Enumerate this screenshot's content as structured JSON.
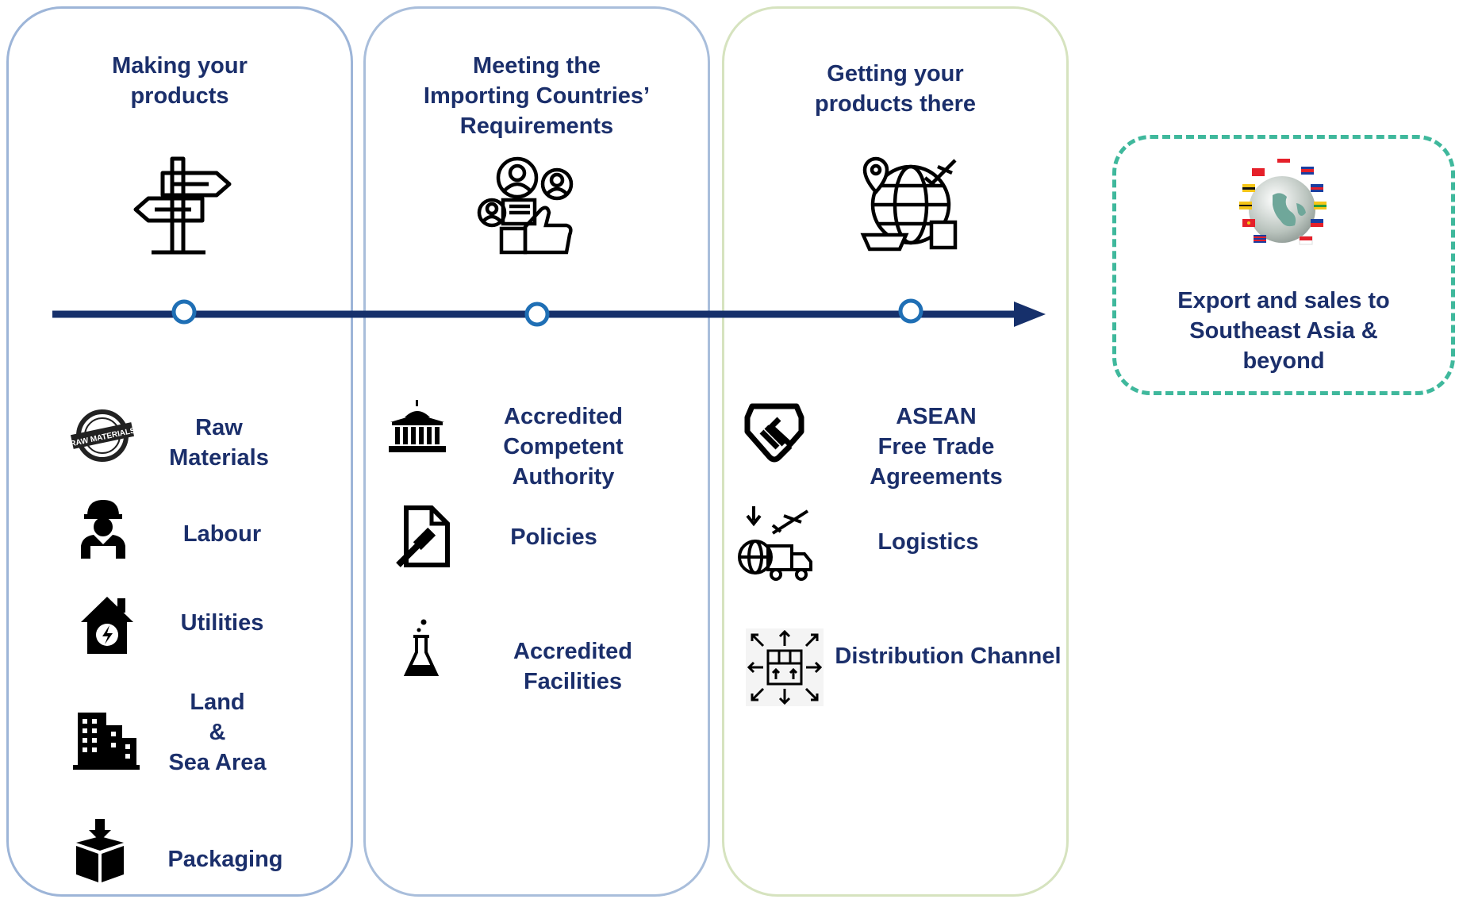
{
  "columns": [
    {
      "title": "Making your\nproducts",
      "items": [
        {
          "label": "Raw\nMaterials",
          "icon": "raw-materials-stamp-icon"
        },
        {
          "label": "Labour",
          "icon": "worker-icon"
        },
        {
          "label": "Utilities",
          "icon": "house-power-icon"
        },
        {
          "label": "Land\n&\nSea Area",
          "icon": "buildings-icon"
        },
        {
          "label": "Packaging",
          "icon": "box-download-icon"
        }
      ],
      "header_icon": "signpost-icon"
    },
    {
      "title": "Meeting the\nImporting Countries’\nRequirements",
      "items": [
        {
          "label": "Accredited Competent\nAuthority",
          "icon": "government-building-icon"
        },
        {
          "label": "Policies",
          "icon": "policy-document-gavel-icon"
        },
        {
          "label": "Accredited Facilities",
          "icon": "lab-flask-icon"
        }
      ],
      "header_icon": "approval-people-icon"
    },
    {
      "title": "Getting your\nproducts there",
      "items": [
        {
          "label": "ASEAN\nFree Trade Agreements",
          "icon": "handshake-icon"
        },
        {
          "label": "Logistics",
          "icon": "logistics-icon"
        },
        {
          "label": "Distribution Channel",
          "icon": "distribution-box-icon"
        }
      ],
      "header_icon": "global-shipping-icon"
    }
  ],
  "destination": {
    "label": "Export and sales to\nSoutheast Asia &\nbeyond",
    "icon": "globe-asean-flags-icon"
  },
  "colors": {
    "navy": "#1b2f6b",
    "timeline": "#16306b",
    "dest_border": "#3fb89c",
    "node": "#1f6fb5"
  }
}
